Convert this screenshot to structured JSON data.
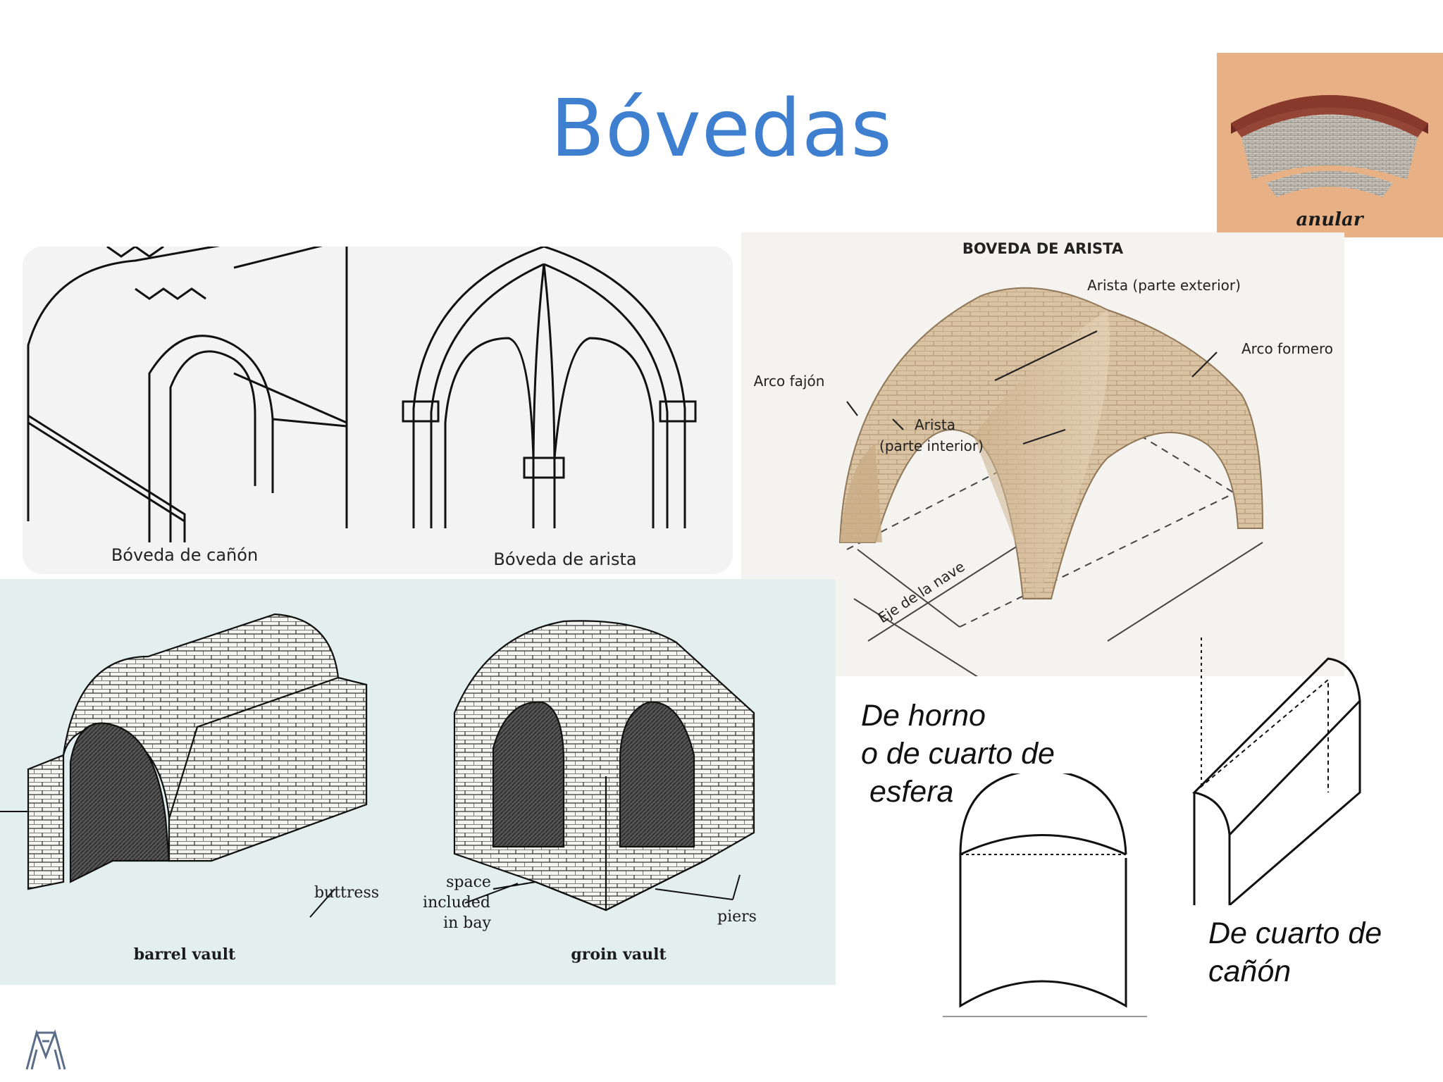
{
  "slide": {
    "title": "Bóvedas"
  },
  "figures": {
    "classic": {
      "caption_barrel": "Bóveda de cañón",
      "caption_groin": "Bóveda de arista"
    },
    "arista": {
      "heading": "BOVEDA DE ARISTA",
      "label_exterior": "Arista (parte exterior)",
      "label_formero": "Arco formero",
      "label_fajon": "Arco fajón",
      "label_arista": "Arista",
      "label_interior": "(parte interior)",
      "label_eje": "Eje de la nave"
    },
    "anular": {
      "caption": "anular"
    },
    "english": {
      "caption_barrel": "barrel vault",
      "caption_groin": "groin vault",
      "label_buttress": "buttress",
      "label_space_1": "space",
      "label_space_2": "included",
      "label_space_3": "in bay",
      "label_piers": "piers"
    },
    "horno": {
      "text": "De horno\no de cuarto de\n esfera"
    },
    "cuarto_canon": {
      "text": "De cuarto de\ncañón"
    }
  }
}
